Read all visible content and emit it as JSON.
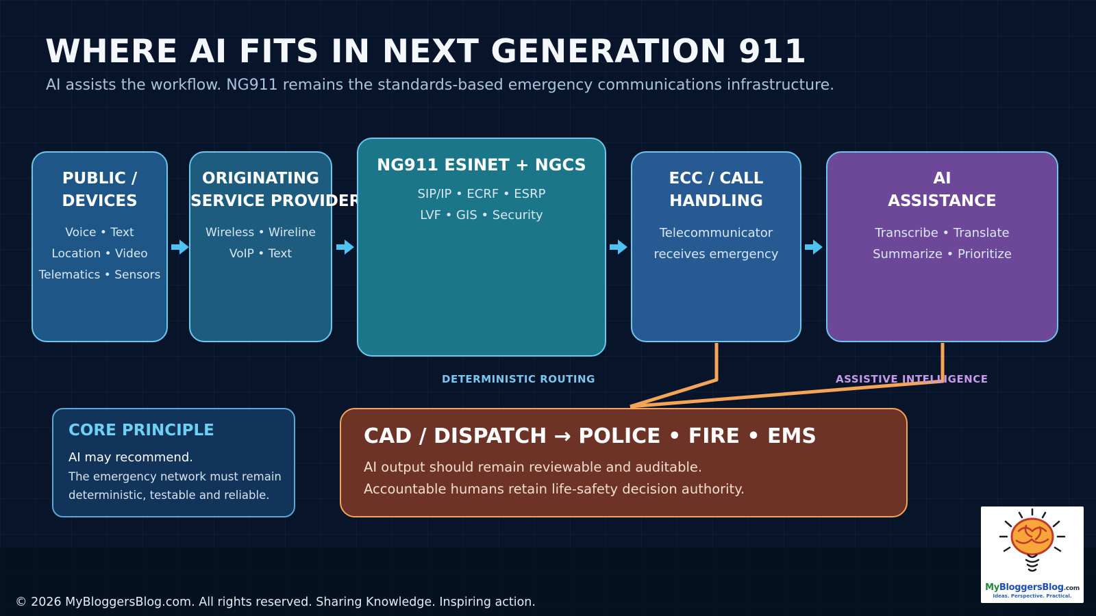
{
  "header": {
    "title": "WHERE AI FITS IN NEXT GENERATION 911",
    "subtitle": "AI assists the workflow. NG911 remains the standards-based emergency communications infrastructure."
  },
  "flow": [
    {
      "id": "public",
      "title_lines": [
        "PUBLIC /",
        "DEVICES"
      ],
      "body_lines": [
        "Voice • Text",
        "Location • Video",
        "Telematics • Sensors"
      ]
    },
    {
      "id": "osp",
      "title_lines": [
        "ORIGINATING",
        "SERVICE PROVIDER"
      ],
      "body_lines": [
        "Wireless • Wireline",
        "VoIP • Text"
      ]
    },
    {
      "id": "ng911",
      "title_lines": [
        "NG911 ESINET + NGCS"
      ],
      "body_lines": [
        "SIP/IP • ECRF • ESRP",
        "LVF • GIS • Security"
      ]
    },
    {
      "id": "ecc",
      "title_lines": [
        "ECC / CALL",
        "HANDLING"
      ],
      "body_lines": [
        "Telecommunicator",
        "receives emergency"
      ]
    },
    {
      "id": "ai",
      "title_lines": [
        "AI",
        "ASSISTANCE"
      ],
      "body_lines": [
        "Transcribe • Translate",
        "Summarize • Prioritize"
      ]
    }
  ],
  "tags": {
    "deterministic": "DETERMINISTIC ROUTING",
    "assistive": "ASSISTIVE INTELLIGENCE"
  },
  "core_principle": {
    "title": "CORE PRINCIPLE",
    "lead": "AI may recommend.",
    "body_lines": [
      "The emergency network must remain",
      "deterministic, testable and reliable."
    ]
  },
  "dispatch": {
    "title": "CAD / DISPATCH → POLICE • FIRE • EMS",
    "body_lines": [
      "AI output should remain reviewable and auditable.",
      "Accountable humans retain life-safety decision authority."
    ]
  },
  "footer": {
    "copyright": "© 2026 MyBloggersBlog.com. All rights reserved. Sharing Knowledge. Inspiring action."
  },
  "logo": {
    "name_part1": "My",
    "name_part2": "BloggersBlog",
    "name_part3": ".com",
    "tagline": "Ideas. Perspective. Practical."
  },
  "colors": {
    "background": "#08142a",
    "accent_cyan": "#6cc8ef",
    "arrow": "#4cc3f2",
    "connector": "#f4a558",
    "ai_purple": "#6d4898",
    "dispatch_brown": "#6d3326"
  }
}
